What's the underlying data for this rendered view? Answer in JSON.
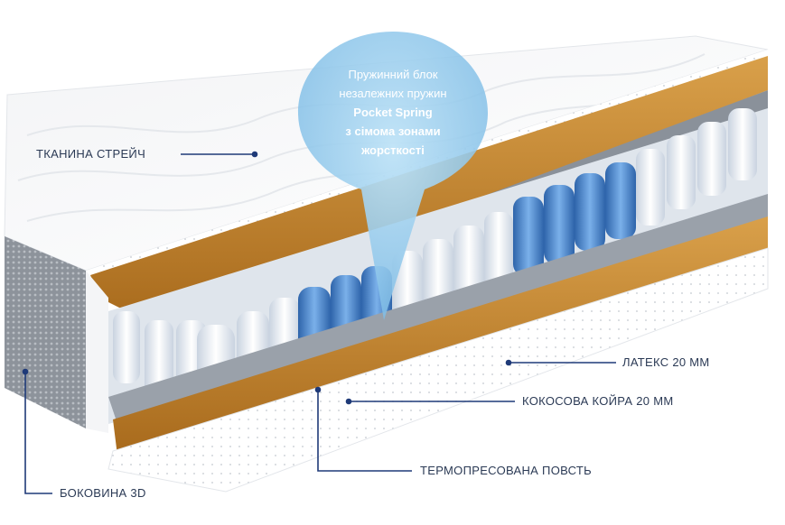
{
  "callout": {
    "line1": "Пружинний блок",
    "line2": "незалежних пружин",
    "line3": "Pocket Spring",
    "line4": "з сімома зонами",
    "line5": "жорсткості"
  },
  "labels": {
    "fabric": "ТКАНИНА СТРЕЙЧ",
    "latex": "ЛАТЕКС 20 ММ",
    "coir": "КОКОСОВА КОЙРА 20 ММ",
    "felt": "ТЕРМОПРЕСОВАНА ПОВСТЬ",
    "side": "БОКОВИНА 3D"
  },
  "colors": {
    "accent_line": "#1f3a78",
    "label_text": "#2b3a55",
    "coir": "#c7862a",
    "spring_white": "#eef2f7",
    "spring_blue": "#4a86cf",
    "felt": "#9aa1aa",
    "bubble": "#8fc7ea"
  }
}
